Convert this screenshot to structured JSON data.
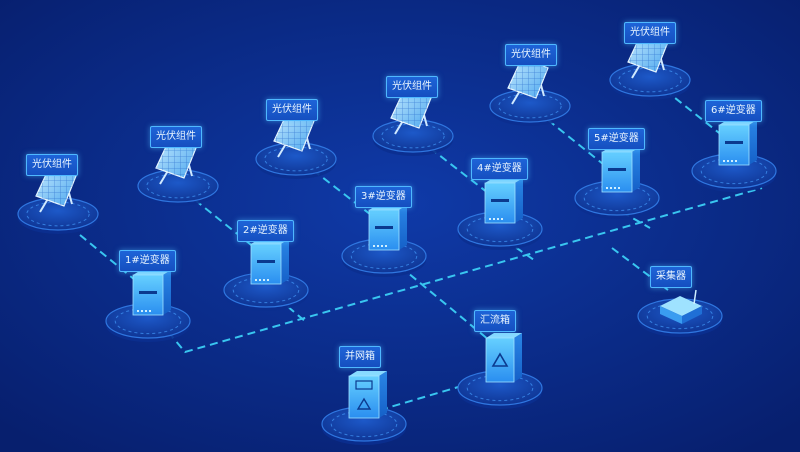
{
  "nodes": {
    "pv1": {
      "label": "光伏组件"
    },
    "pv2": {
      "label": "光伏组件"
    },
    "pv3": {
      "label": "光伏组件"
    },
    "pv4": {
      "label": "光伏组件"
    },
    "pv5": {
      "label": "光伏组件"
    },
    "pv6": {
      "label": "光伏组件"
    },
    "inv1": {
      "label": "1#逆变器"
    },
    "inv2": {
      "label": "2#逆变器"
    },
    "inv3": {
      "label": "3#逆变器"
    },
    "inv4": {
      "label": "4#逆变器"
    },
    "inv5": {
      "label": "5#逆变器"
    },
    "inv6": {
      "label": "6#逆变器"
    },
    "collector": {
      "label": "采集器"
    },
    "combiner": {
      "label": "汇流箱"
    },
    "grid_box": {
      "label": "并网箱"
    }
  },
  "colors": {
    "background": "#0a2a8a",
    "line": "#39c6f0",
    "label_border": "#4fb8ff",
    "device_body": "#3fb2ff"
  }
}
